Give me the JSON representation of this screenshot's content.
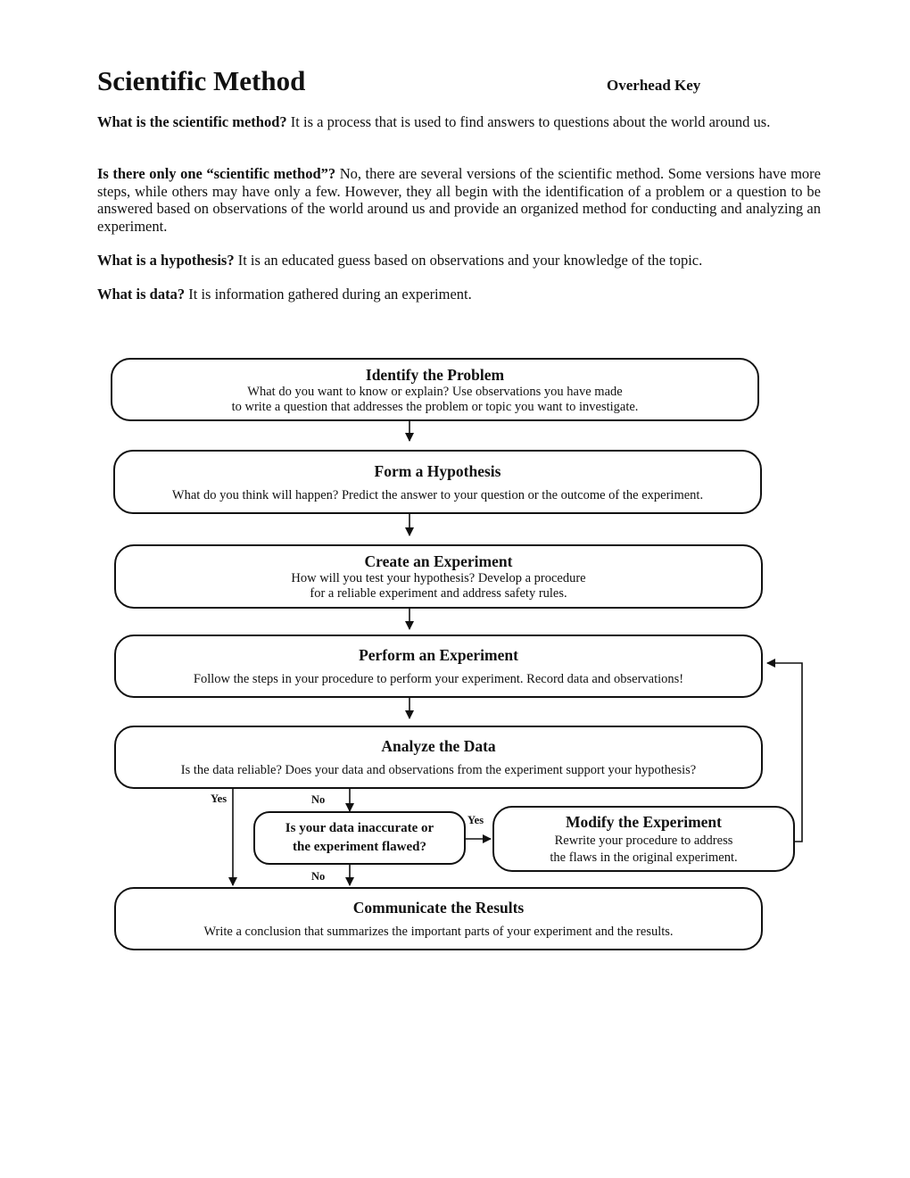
{
  "header": {
    "title": "Scientific Method",
    "key_label": "Overhead Key"
  },
  "qa": [
    {
      "q": "What is the scientific method?",
      "a": " It is a process that is used to find answers to questions about the world around us."
    },
    {
      "q": "Is there only one “scientific method”?",
      "a": " No, there are several versions of the scientific method. Some versions have more steps, while others may have only a few. However, they all begin with the identification of a problem or a question to be answered based on observations of the world around us and provide an organized method for conducting and analyzing an experiment."
    },
    {
      "q": "What is a hypothesis?",
      "a": " It is an educated guess based on observations and your knowledge of the topic."
    },
    {
      "q": "What is data?",
      "a": " It is information gathered during an experiment."
    }
  ],
  "flow": {
    "identify": {
      "title": "Identify the Problem",
      "line1": "What do you want to know or explain?  Use observations you have made",
      "line2": "to write a question that addresses the problem or topic you want to investigate."
    },
    "hypothesis": {
      "title": "Form a Hypothesis",
      "line1": "What do you think will happen? Predict the answer to your question or the outcome of the experiment."
    },
    "create": {
      "title": "Create an Experiment",
      "line1": "How will you test your hypothesis? Develop a procedure",
      "line2": "for a reliable experiment and address safety rules."
    },
    "perform": {
      "title": "Perform an Experiment",
      "line1": "Follow the steps in your procedure to perform your experiment. Record data and observations!"
    },
    "analyze": {
      "title": "Analyze the Data",
      "line1": "Is the data reliable? Does your data and observations from the experiment support your hypothesis?"
    },
    "decision": {
      "line1": "Is your data inaccurate or",
      "line2": "the experiment flawed?"
    },
    "modify": {
      "title": "Modify the Experiment",
      "line1": "Rewrite your procedure to address",
      "line2": "the flaws in the original experiment."
    },
    "communicate": {
      "title": "Communicate the Results",
      "line1": "Write a conclusion that summarizes the important parts of your experiment and the results."
    },
    "labels": {
      "yes_left": "Yes",
      "no_top": "No",
      "yes_right": "Yes",
      "no_bottom": "No"
    }
  }
}
